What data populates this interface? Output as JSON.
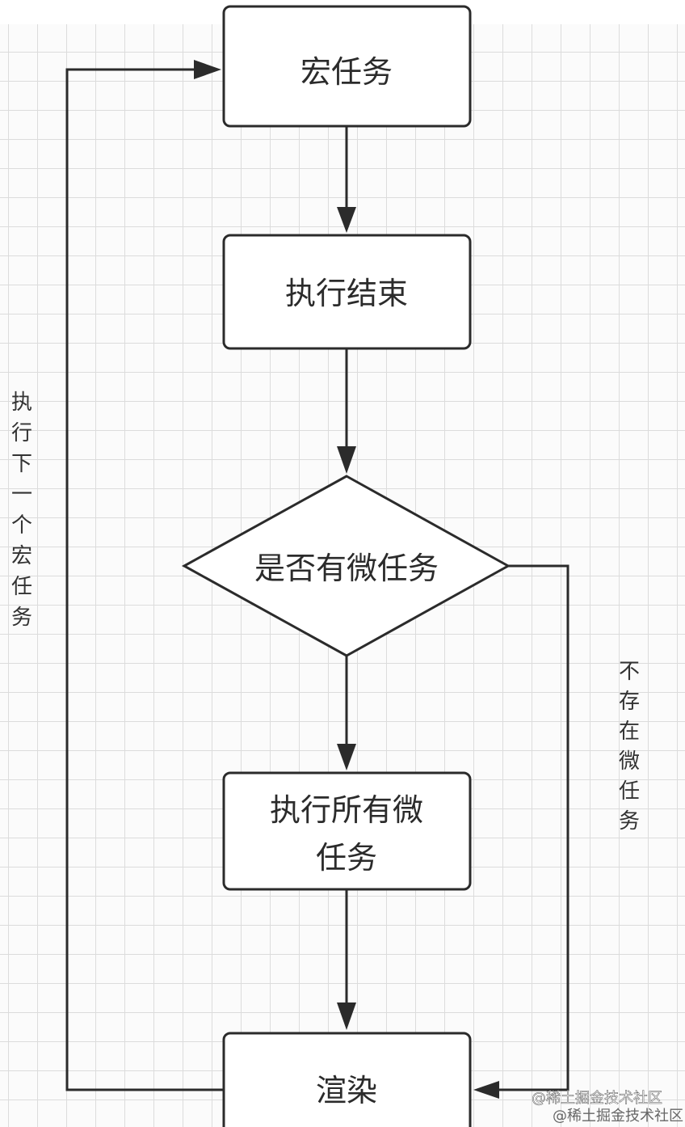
{
  "nodes": {
    "macro_task": {
      "label": "宏任务"
    },
    "execution_end": {
      "label": "执行结束"
    },
    "has_microtask": {
      "label": "是否有微任务"
    },
    "run_all_microtasks": {
      "lines": [
        "执行所有微",
        "任务"
      ]
    },
    "render": {
      "label": "渲染"
    }
  },
  "edges": {
    "loop_back_label": "执行下一个宏任务",
    "no_microtask_label": "不存在微任务"
  },
  "watermark": {
    "text_1": "@稀土掘金技术社区",
    "text_2": "@稀土掘金技术社区"
  },
  "colors": {
    "stroke": "#2b2b2b",
    "fill": "#ffffff",
    "grid": "#dcdcdc"
  }
}
